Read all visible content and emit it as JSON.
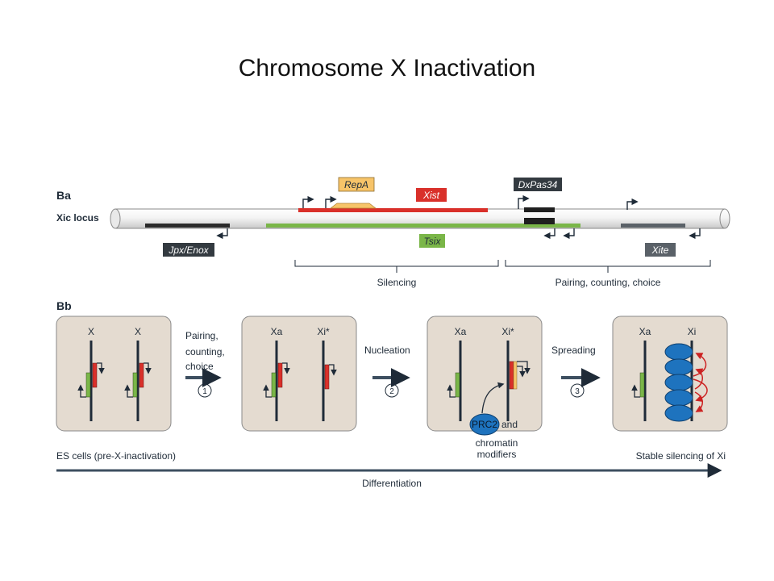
{
  "slide": {
    "title": "Chromosome X Inactivation"
  },
  "panel_a": {
    "label": "Ba",
    "locus_label": "Xic locus",
    "genes": {
      "repa": "RepA",
      "xist": "Xist",
      "dxpas34": "DxPas34",
      "tsix": "Tsix",
      "jpx": "Jpx/Enox",
      "xite": "Xite"
    },
    "regions": {
      "silencing": "Silencing",
      "pairing": "Pairing, counting, choice"
    }
  },
  "panel_b": {
    "label": "Bb",
    "boxes": [
      {
        "left": "X",
        "right": "X"
      },
      {
        "left": "Xa",
        "right": "Xi*"
      },
      {
        "left": "Xa",
        "right": "Xi*"
      },
      {
        "left": "Xa",
        "right": "Xi"
      }
    ],
    "steps": [
      {
        "number": "1",
        "lines": [
          "Pairing,",
          "counting,",
          "choice"
        ]
      },
      {
        "number": "2",
        "lines": [
          "Nucleation"
        ]
      },
      {
        "number": "3",
        "lines": [
          "Spreading"
        ]
      }
    ],
    "prc2": {
      "label": "PRC2",
      "suffix": "and",
      "line2": "chromatin",
      "line3": "modifiers"
    },
    "start_label": "ES cells (pre-X-inactivation)",
    "end_label": "Stable silencing of Xi",
    "axis_label": "Differentiation"
  },
  "colors": {
    "xist_red": "#d9302a",
    "tsix_green": "#7ab648",
    "repa_yellow": "#f7c469",
    "box_fill": "#e4dbd0",
    "prc2_blue": "#1e73be",
    "dark_line": "#1f2b38",
    "arrow_red": "#cc2222",
    "label_dark_box": "#333a40"
  }
}
